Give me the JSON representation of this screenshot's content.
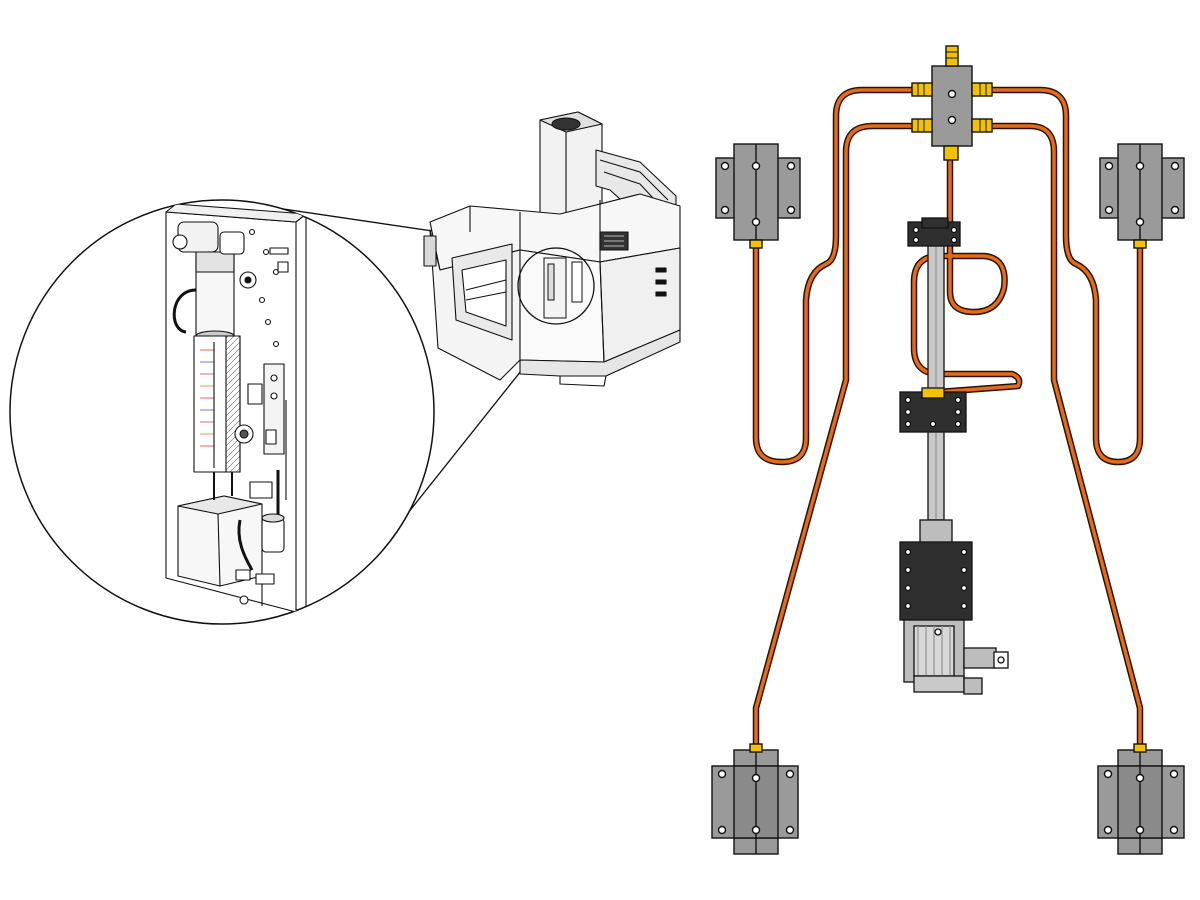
{
  "figure": {
    "content_type": "technical-illustration",
    "has_visible_text": false,
    "callout": {
      "shape": "circle",
      "style": "magnified-detail-with-leader-lines"
    },
    "lubrication_diagram": {
      "line_color": "#e36c1a",
      "line_outline_color": "#2b1100",
      "fitting_color": "#f2c200",
      "pad_fill": "#9a9a9a",
      "manifold_fill": "#9a9a9a",
      "block_fill": "#2f2f2f",
      "pad_count": 4,
      "manifold_outlets": 5
    }
  }
}
